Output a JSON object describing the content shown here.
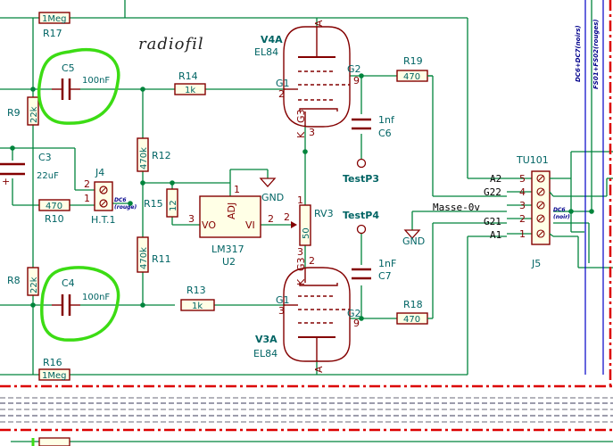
{
  "title": "radiofil",
  "components": {
    "R17": {
      "ref": "R17",
      "value": "1Meg"
    },
    "R16": {
      "ref": "R16",
      "value": "1Meg"
    },
    "R9": {
      "ref": "R9",
      "value": "22k"
    },
    "R8": {
      "ref": "R8",
      "value": "22k"
    },
    "C5": {
      "ref": "C5",
      "value": "100nF"
    },
    "C4": {
      "ref": "C4",
      "value": "100nF"
    },
    "C3": {
      "ref": "C3",
      "value": "22uF"
    },
    "R10": {
      "ref": "R10",
      "value": "470"
    },
    "J4": {
      "ref": "J4",
      "value": "H.T.1",
      "note": "DC6",
      "note2": "(rouge)"
    },
    "R14": {
      "ref": "R14",
      "value": "1k"
    },
    "R13": {
      "ref": "R13",
      "value": "1k"
    },
    "R12": {
      "ref": "R12",
      "value": "470k"
    },
    "R11": {
      "ref": "R11",
      "value": "470k"
    },
    "R15": {
      "ref": "R15",
      "value": "12"
    },
    "U2": {
      "ref": "U2",
      "value": "LM317",
      "pin_adj": "ADJ",
      "pin_vo": "VO",
      "pin_vi": "VI"
    },
    "RV3": {
      "ref": "RV3",
      "value": "50"
    },
    "V4A": {
      "ref": "V4A",
      "value": "EL84"
    },
    "V3A": {
      "ref": "V3A",
      "value": "EL84"
    },
    "C6": {
      "ref": "C6",
      "value": "1nf"
    },
    "C7": {
      "ref": "C7",
      "value": "1nF"
    },
    "R19": {
      "ref": "R19",
      "value": "470"
    },
    "R18": {
      "ref": "R18",
      "value": "470"
    },
    "TU101": {
      "ref": "TU101"
    },
    "J5": {
      "ref": "J5",
      "note": "DC6",
      "note2": "(noir)"
    }
  },
  "testpoints": {
    "tp3": "TestP3",
    "tp4": "TestP4"
  },
  "power": {
    "gnd1": "GND",
    "gnd2": "GND"
  },
  "nets": {
    "a2": "A2",
    "g22": "G22",
    "masse": "Masse-0v",
    "g21": "G21",
    "a1": "A1"
  },
  "tube_pins": {
    "a": "A",
    "g1": "G1",
    "g2": "G2",
    "k": "K",
    "g3": "G3"
  },
  "pins": {
    "p1": "1",
    "p2": "2",
    "p3": "3",
    "p4": "4",
    "p5": "5",
    "p9": "9",
    "plus": "+"
  },
  "right_labels": {
    "l1": "DC6+DC7(noirs)",
    "l2": "FS01+FS02(rouges)"
  }
}
